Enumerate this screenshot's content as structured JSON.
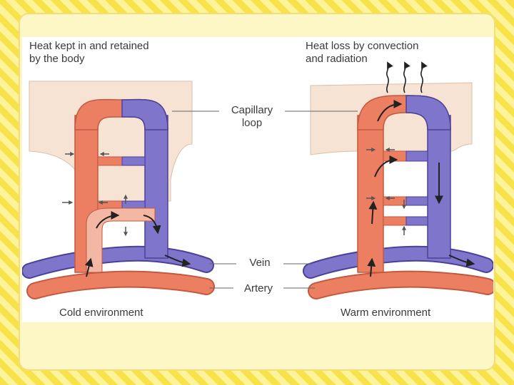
{
  "diagram": {
    "left_caption": "Heat kept in and retained\nby the body",
    "right_caption": "Heat loss by convection\nand radiation",
    "capillary_label": "Capillary\nloop",
    "vein_label": "Vein",
    "artery_label": "Artery",
    "left_environment": "Cold environment",
    "right_environment": "Warm environment",
    "colors": {
      "artery": "#ec7e62",
      "vein": "#7f76cc",
      "skin": "#f6e3d3",
      "arrow": "#222222",
      "background": "#fcf7c4",
      "stripe_a": "#f7e24a",
      "stripe_b": "#fdf39a"
    }
  }
}
